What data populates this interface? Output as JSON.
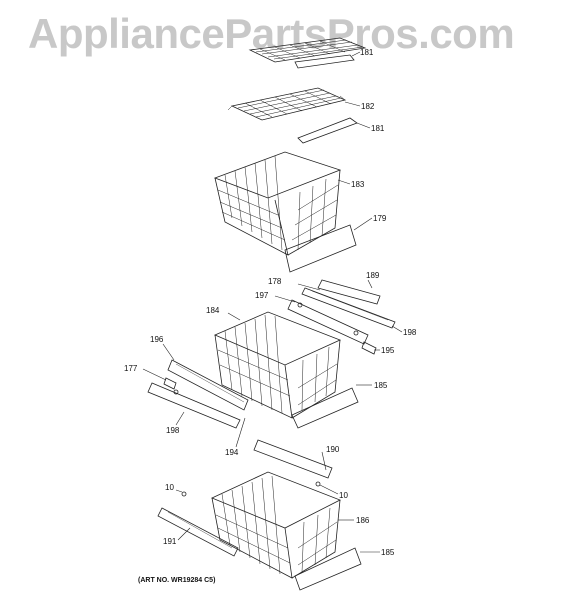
{
  "watermark": "AppliancePartsPros.com",
  "art_number": "(ART NO. WR19284 C5)",
  "parts": {
    "p181a": "181",
    "p182": "182",
    "p181b": "181",
    "p183": "183",
    "p179": "179",
    "p178": "178",
    "p189": "189",
    "p197": "197",
    "p198a": "198",
    "p184": "184",
    "p195": "195",
    "p196": "196",
    "p177": "177",
    "p185a": "185",
    "p198b": "198",
    "p194": "194",
    "p190": "190",
    "p10a": "10",
    "p10b": "10",
    "p186": "186",
    "p191": "191",
    "p185b": "185"
  },
  "colors": {
    "line": "#222222",
    "watermark": "#c8c8c8"
  }
}
